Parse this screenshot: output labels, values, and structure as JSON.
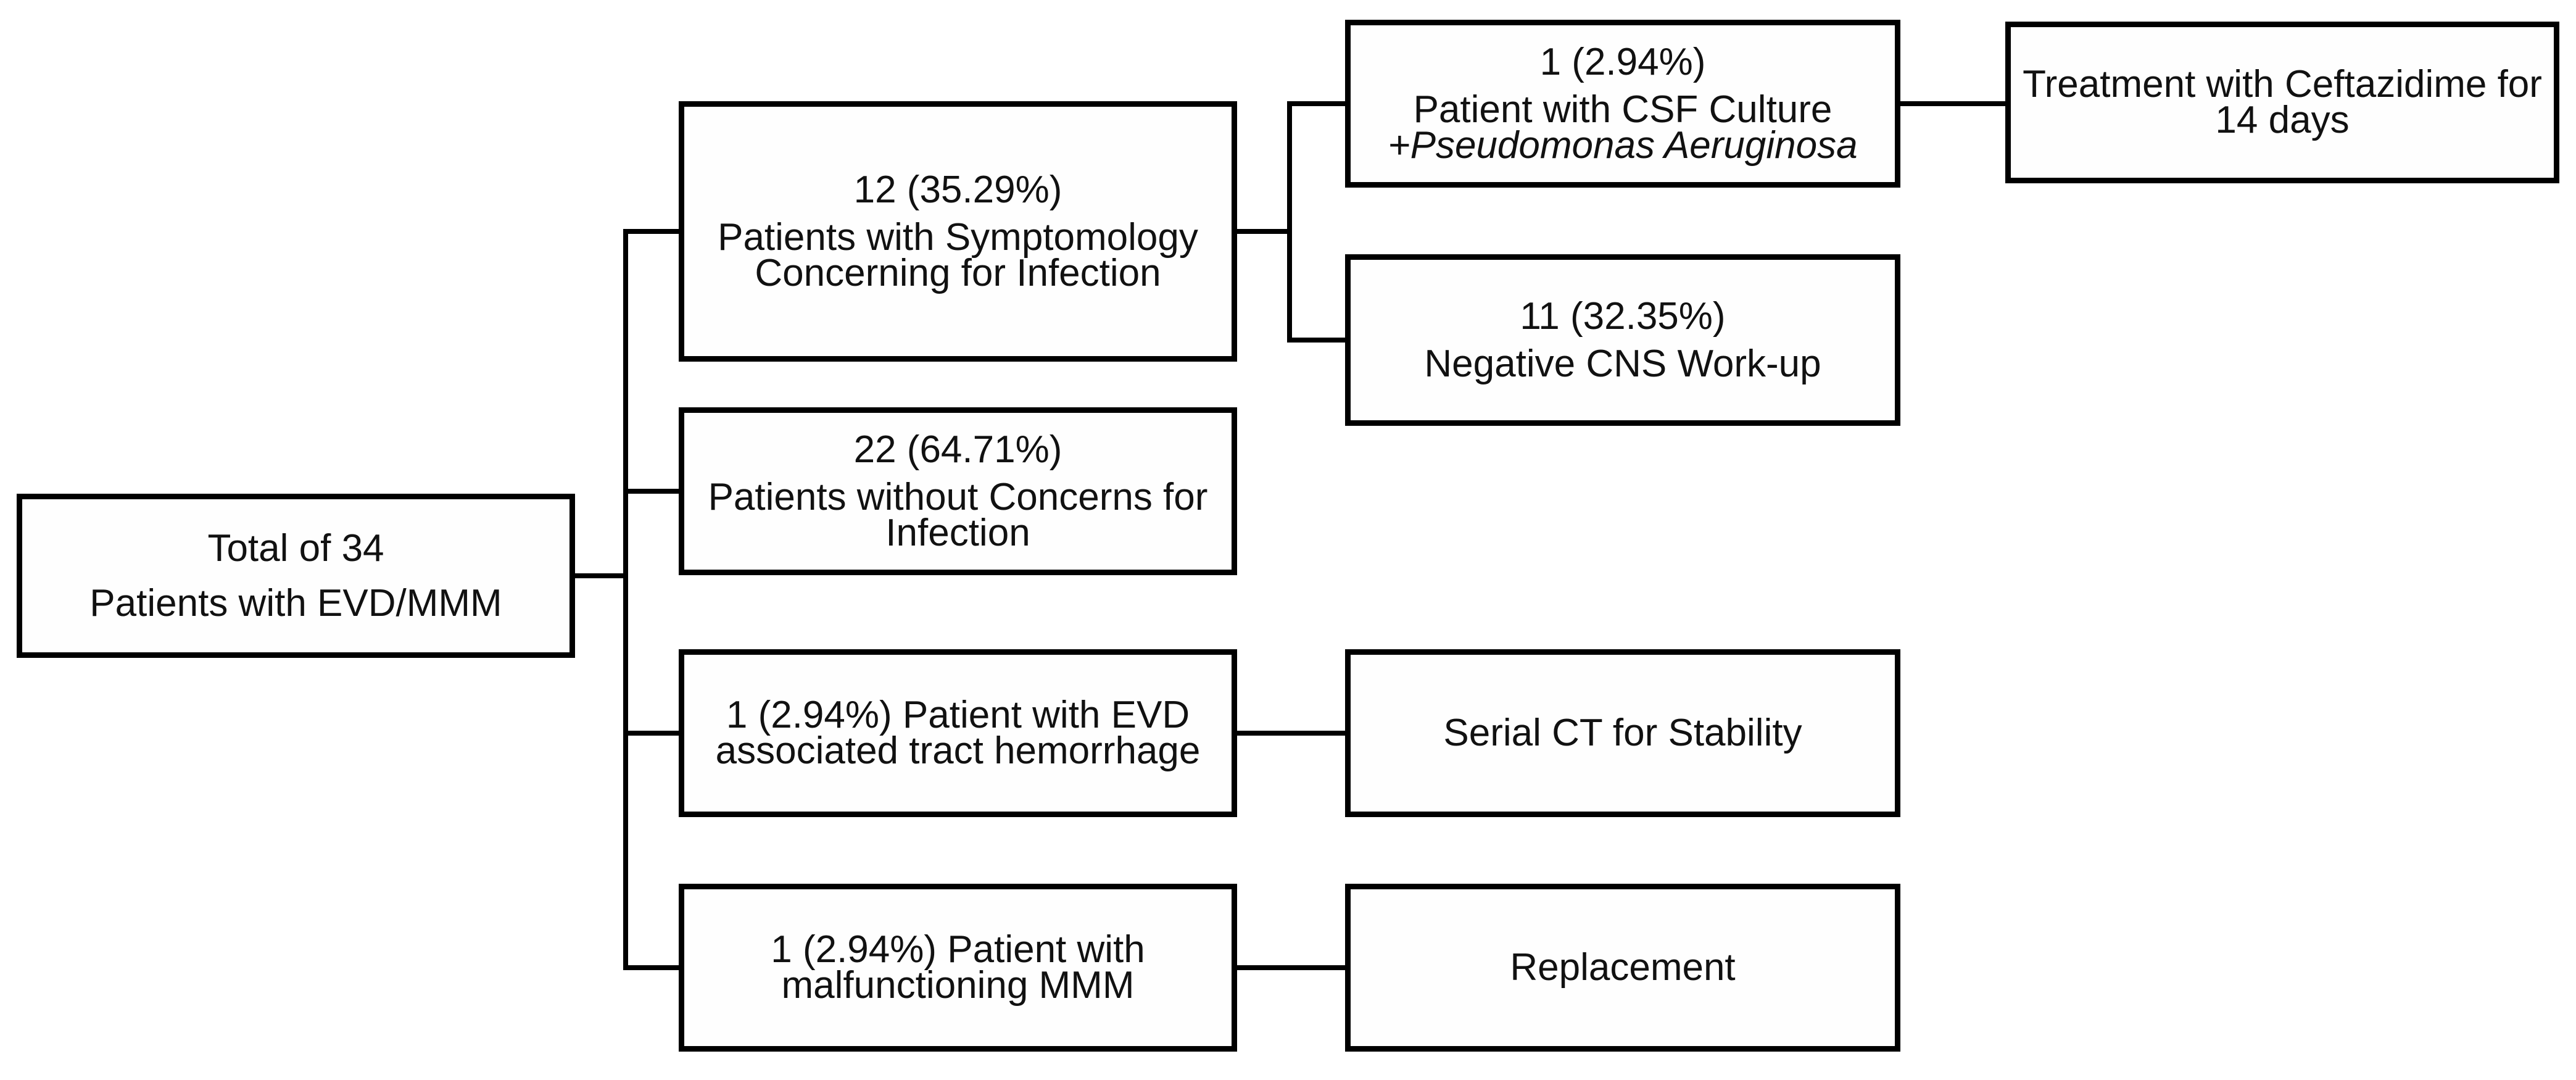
{
  "figure": {
    "type": "flowchart",
    "background_color": "#ffffff",
    "line_color": "#000000",
    "text_color": "#111111",
    "nodes": {
      "total": {
        "lines": [
          "Total of 34",
          "Patients with EVD/MMM"
        ]
      },
      "symptomology": {
        "lines": [
          "12 (35.29%)",
          "Patients with Symptomology",
          "Concerning for Infection"
        ]
      },
      "csf_culture": {
        "lines": [
          "1 (2.94%)",
          "Patient with CSF Culture",
          "+Pseudomonas Aeruginosa"
        ]
      },
      "treatment": {
        "lines": [
          "Treatment with Ceftazidime for",
          "14 days"
        ]
      },
      "negative_cns": {
        "lines": [
          "11 (32.35%)",
          "Negative CNS Work-up"
        ]
      },
      "no_concerns": {
        "lines": [
          "22 (64.71%)",
          "Patients without Concerns for",
          "Infection"
        ]
      },
      "tract_hemorrhage": {
        "lines": [
          "1 (2.94%) Patient with EVD",
          "associated tract hemorrhage"
        ]
      },
      "serial_ct": {
        "lines": [
          "Serial CT for Stability"
        ]
      },
      "malfunctioning_mmm": {
        "lines": [
          "1 (2.94%) Patient with",
          "malfunctioning MMM"
        ]
      },
      "replacement": {
        "lines": [
          "Replacement"
        ]
      }
    },
    "edges": [
      {
        "from": "total",
        "to": "symptomology"
      },
      {
        "from": "total",
        "to": "no_concerns"
      },
      {
        "from": "total",
        "to": "tract_hemorrhage"
      },
      {
        "from": "total",
        "to": "malfunctioning_mmm"
      },
      {
        "from": "symptomology",
        "to": "csf_culture"
      },
      {
        "from": "symptomology",
        "to": "negative_cns"
      },
      {
        "from": "csf_culture",
        "to": "treatment"
      },
      {
        "from": "tract_hemorrhage",
        "to": "serial_ct"
      },
      {
        "from": "malfunctioning_mmm",
        "to": "replacement"
      }
    ]
  }
}
